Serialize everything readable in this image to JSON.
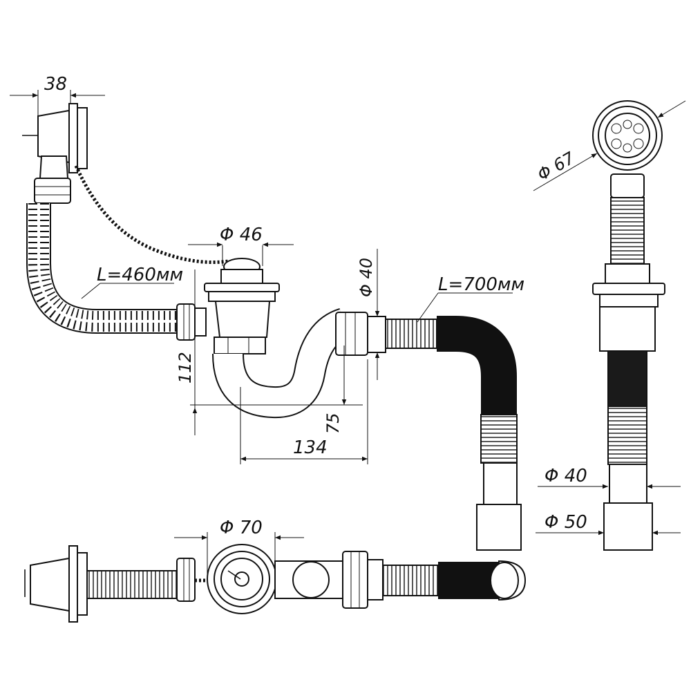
{
  "dimensions": {
    "overflow_width": "38",
    "hose1_length": "L=460мм",
    "outlet_diameter": "Φ 46",
    "height_112": "112",
    "width_134": "134",
    "height_75": "75",
    "inlet_diameter": "Φ 40",
    "hose2_length": "L=700мм",
    "grate_diameter": "Φ 67",
    "pipe_diameter_40": "Φ 40",
    "pipe_diameter_50": "Φ 50",
    "top_view_diameter": "Φ 70"
  },
  "colors": {
    "line": "#111111",
    "dark_hose": "#1a1a1a",
    "background": "#ffffff"
  }
}
